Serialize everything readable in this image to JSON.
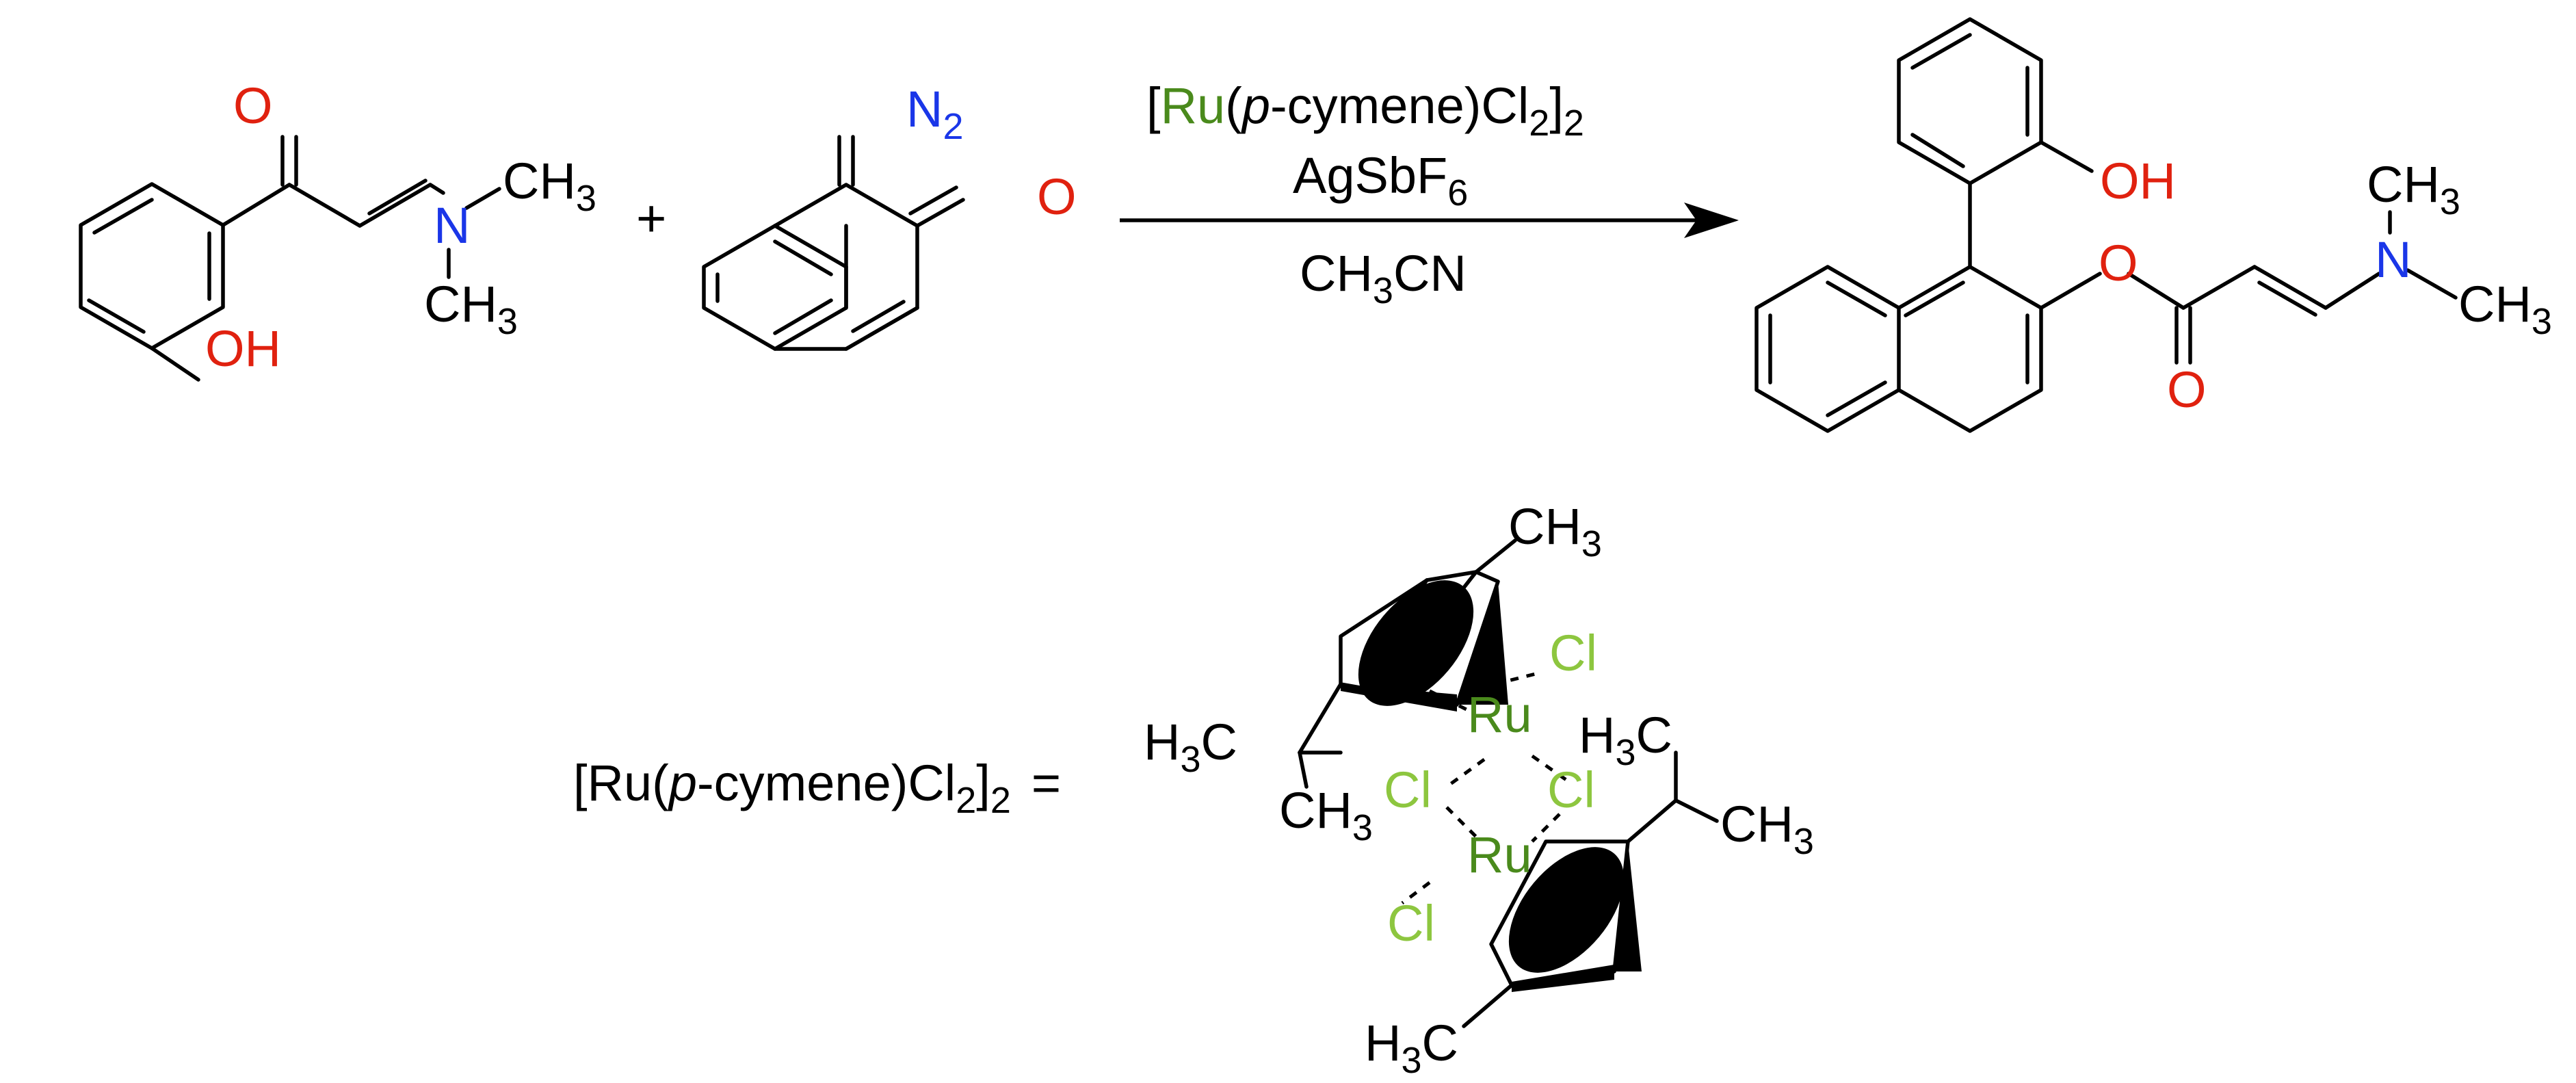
{
  "colors": {
    "oxygen": "#e0210f",
    "nitrogen": "#1a36e8",
    "ruthenium": "#4a8a1c",
    "chlorine": "#8dc63f",
    "bond": "#000000"
  },
  "reaction": {
    "plus_sign": "+",
    "reagent_1": {
      "carbonyl_O": "O",
      "hydroxyl": "OH",
      "amine_N": "N",
      "methyl_top": "CH",
      "methyl_top_sub": "3",
      "methyl_bottom": "CH",
      "methyl_bottom_sub": "3"
    },
    "reagent_2": {
      "diazo": "N",
      "diazo_sub": "2",
      "ketone_O": "O"
    },
    "conditions": {
      "catalyst_open": "[",
      "catalyst_metal": "Ru",
      "catalyst_paren": "(",
      "catalyst_p": "p",
      "catalyst_rest": "-cymene)Cl",
      "catalyst_sub1": "2",
      "catalyst_close": "]",
      "catalyst_sub2": "2",
      "additive": "AgSbF",
      "additive_sub": "6",
      "solvent_a": "CH",
      "solvent_sub": "3",
      "solvent_b": "CN"
    },
    "product": {
      "hydroxyl": "OH",
      "ester_O": "O",
      "carbonyl_O": "O",
      "amine_N": "N",
      "methyl_top": "CH",
      "methyl_top_sub": "3",
      "methyl_right": "CH",
      "methyl_right_sub": "3"
    }
  },
  "definition": {
    "lhs_open": "[Ru(",
    "lhs_p": "p",
    "lhs_rest": "-cymene)Cl",
    "lhs_sub1": "2",
    "lhs_close": "]",
    "lhs_sub2": "2",
    "equals": "=",
    "labels": {
      "ch3_top": "CH",
      "ch3_top_sub": "3",
      "cl_1": "Cl",
      "ru_1": "Ru",
      "h3c_left": "H",
      "h3c_left_sub": "3",
      "h3c_left_c": "C",
      "ch3_left_low": "CH",
      "ch3_left_low_sub": "3",
      "cl_2": "Cl",
      "cl_3": "Cl",
      "h3c_right": "H",
      "h3c_right_sub": "3",
      "h3c_right_c": "C",
      "ch3_right": "CH",
      "ch3_right_sub": "3",
      "ru_2": "Ru",
      "cl_4": "Cl",
      "h3c_bottom": "H",
      "h3c_bottom_sub": "3",
      "h3c_bottom_c": "C"
    }
  }
}
